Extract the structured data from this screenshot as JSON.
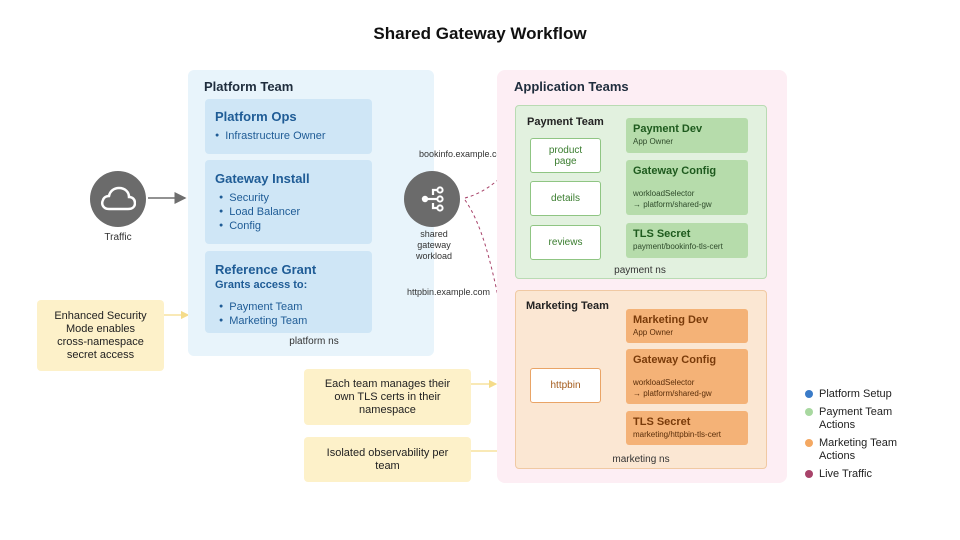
{
  "title": "Shared Gateway Workflow",
  "traffic": {
    "label": "Traffic"
  },
  "platform": {
    "title": "Platform Team",
    "ops": {
      "title": "Platform Ops",
      "items": [
        "Infrastructure Owner"
      ]
    },
    "install": {
      "title": "Gateway Install",
      "items": [
        "Security",
        "Load Balancer",
        "Config"
      ]
    },
    "grant": {
      "title": "Reference Grant",
      "subtitle": "Grants access to:",
      "items": [
        "Payment Team",
        "Marketing Team"
      ]
    },
    "ns": "platform ns"
  },
  "gateway": {
    "line1": "shared",
    "line2": "gateway",
    "line3": "workload"
  },
  "hosts": {
    "bookinfo": "bookinfo.example.com",
    "httpbin": "httpbin.example.com"
  },
  "apps": {
    "title": "Application Teams",
    "payment": {
      "title": "Payment Team",
      "services": [
        "product page",
        "details",
        "reviews"
      ],
      "dev": {
        "title": "Payment Dev",
        "sub": "App Owner"
      },
      "config": {
        "title": "Gateway Config",
        "line1": "workloadSelector",
        "line2": "→ platform/shared-gw"
      },
      "secret": {
        "title": "TLS Secret",
        "sub": "payment/bookinfo-tls-cert"
      },
      "ns": "payment ns"
    },
    "marketing": {
      "title": "Marketing Team",
      "service": "httpbin",
      "dev": {
        "title": "Marketing Dev",
        "sub": "App Owner"
      },
      "config": {
        "title": "Gateway Config",
        "line1": "workloadSelector",
        "line2": "→ platform/shared-gw"
      },
      "secret": {
        "title": "TLS Secret",
        "sub": "marketing/httpbin-tls-cert"
      },
      "ns": "marketing ns"
    }
  },
  "notes": {
    "security": [
      "Enhanced Security",
      "Mode enables",
      "cross-namespace",
      "secret access"
    ],
    "certs": [
      "Each team manages their",
      "own TLS certs in their",
      "namespace"
    ],
    "observability": [
      "Isolated observability per",
      "team"
    ]
  },
  "legend": [
    {
      "lines": [
        "Platform Setup"
      ],
      "color": "#3a7bc8"
    },
    {
      "lines": [
        "Payment Team",
        "Actions"
      ],
      "color": "#a8d8a0"
    },
    {
      "lines": [
        "Marketing Team",
        "Actions"
      ],
      "color": "#f4a862"
    },
    {
      "lines": [
        "Live Traffic"
      ],
      "color": "#a8436a"
    }
  ],
  "colors": {
    "arrow": "#3a7bc8",
    "traffic": "#a8436a",
    "note_connector": "#f5dc8a",
    "payment_arrow": "#c85a5a"
  }
}
